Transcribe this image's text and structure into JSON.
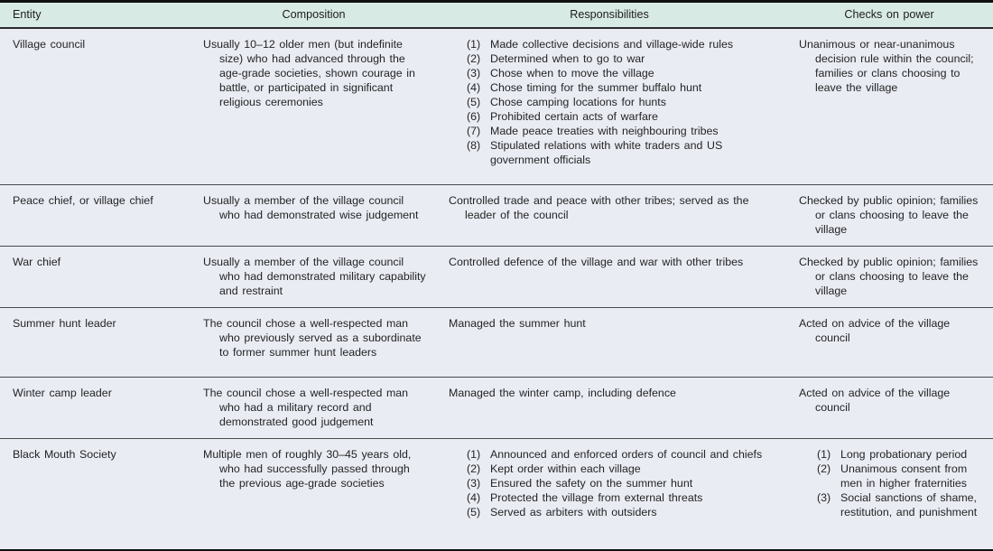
{
  "table": {
    "columns": [
      {
        "label": "Entity"
      },
      {
        "label": "Composition"
      },
      {
        "label": "Responsibilities"
      },
      {
        "label": "Checks on power"
      }
    ],
    "rows": [
      {
        "entity": "Village council",
        "composition": "Usually 10–12 older men (but indefinite size) who had advanced through the age-grade societies, shown courage in battle, or participated in significant religious ceremonies",
        "responsibilities": [
          "Made collective decisions and village-wide rules",
          "Determined when to go to war",
          "Chose when to move the village",
          "Chose timing for the summer buffalo hunt",
          "Chose camping locations for hunts",
          "Prohibited certain acts of warfare",
          "Made peace treaties with neighbouring tribes",
          "Stipulated relations with white traders and US government officials"
        ],
        "checks": "Unanimous or near-unanimous decision rule within the council; families or clans choosing to leave the village"
      },
      {
        "entity": "Peace chief, or village chief",
        "composition": "Usually a member of the village council who had demonstrated wise judgement",
        "responsibilities": "Controlled trade and peace with other tribes; served as the leader of the council",
        "checks": "Checked by public opinion; families or clans choosing to leave the village"
      },
      {
        "entity": "War chief",
        "composition": "Usually a member of the village council who had demonstrated military capability and restraint",
        "responsibilities": "Controlled defence of the village and war with other tribes",
        "checks": "Checked by public opinion; families or clans choosing to leave the village"
      },
      {
        "entity": "Summer hunt leader",
        "composition": "The council chose a well-respected man who previously served as a subordinate to former summer hunt leaders",
        "responsibilities": "Managed the summer hunt",
        "checks": "Acted on advice of the village council"
      },
      {
        "entity": "Winter camp leader",
        "composition": "The council chose a well-respected man who had a military record and demonstrated good judgement",
        "responsibilities": "Managed the winter camp, including defence",
        "checks": "Acted on advice of the village council"
      },
      {
        "entity": "Black Mouth Society",
        "composition": "Multiple men of roughly 30–45 years old, who had successfully passed through the previous age-grade societies",
        "responsibilities": [
          "Announced and enforced orders of council and chiefs",
          "Kept order within each village",
          "Ensured the safety on the summer hunt",
          "Protected the village from external threats",
          "Served as arbiters with outsiders"
        ],
        "checks": [
          "Long probationary period",
          "Unanimous consent from men in higher fraternities",
          "Social sanctions of shame, restitution, and punishment"
        ]
      }
    ],
    "colors": {
      "header_bg": "#d8eae4",
      "body_bg": "#eaecf4",
      "rule": "#0f0f0f",
      "text": "#242424"
    }
  }
}
